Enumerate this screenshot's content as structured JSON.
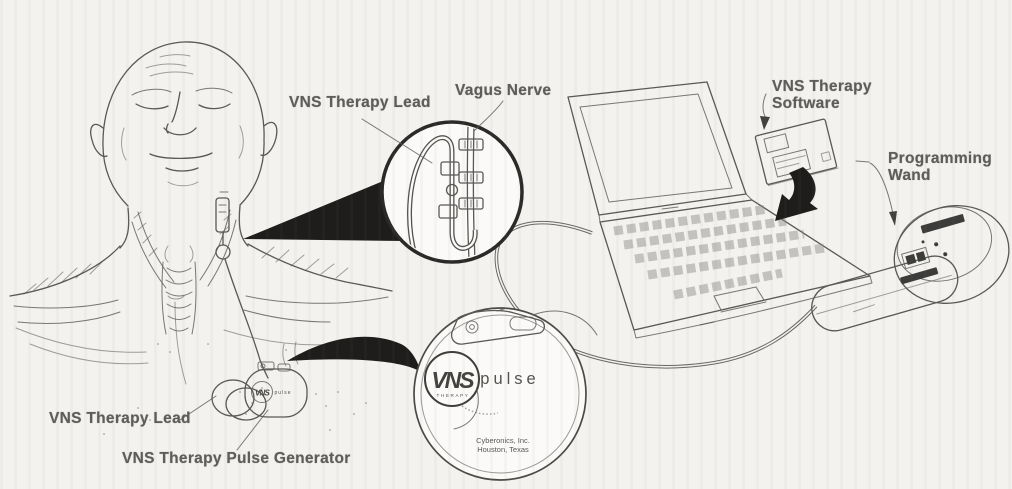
{
  "callouts": {
    "lead_top": {
      "text": "VNS Therapy Lead"
    },
    "vagus_nerve": {
      "text": "Vagus Nerve"
    },
    "software": {
      "line1": "VNS Therapy",
      "line2": "Software"
    },
    "wand": {
      "line1": "Programming",
      "line2": "Wand"
    },
    "lead_bottom": {
      "text": "VNS Therapy Lead"
    },
    "pulse_generator": {
      "text": "VNS Therapy Pulse Generator"
    }
  },
  "generator": {
    "brand": "VNS",
    "brand_sub": "THERAPY",
    "product": "pulse",
    "mfr": "Cyberonics, Inc.",
    "mfr_city": "Houston, Texas"
  },
  "colors": {
    "background": "#f3f2ef",
    "ink": "#5a5855",
    "wedge": "#1e1d1b",
    "label_text": "#5f5d5a",
    "inset_rim": "#2c2a28"
  }
}
